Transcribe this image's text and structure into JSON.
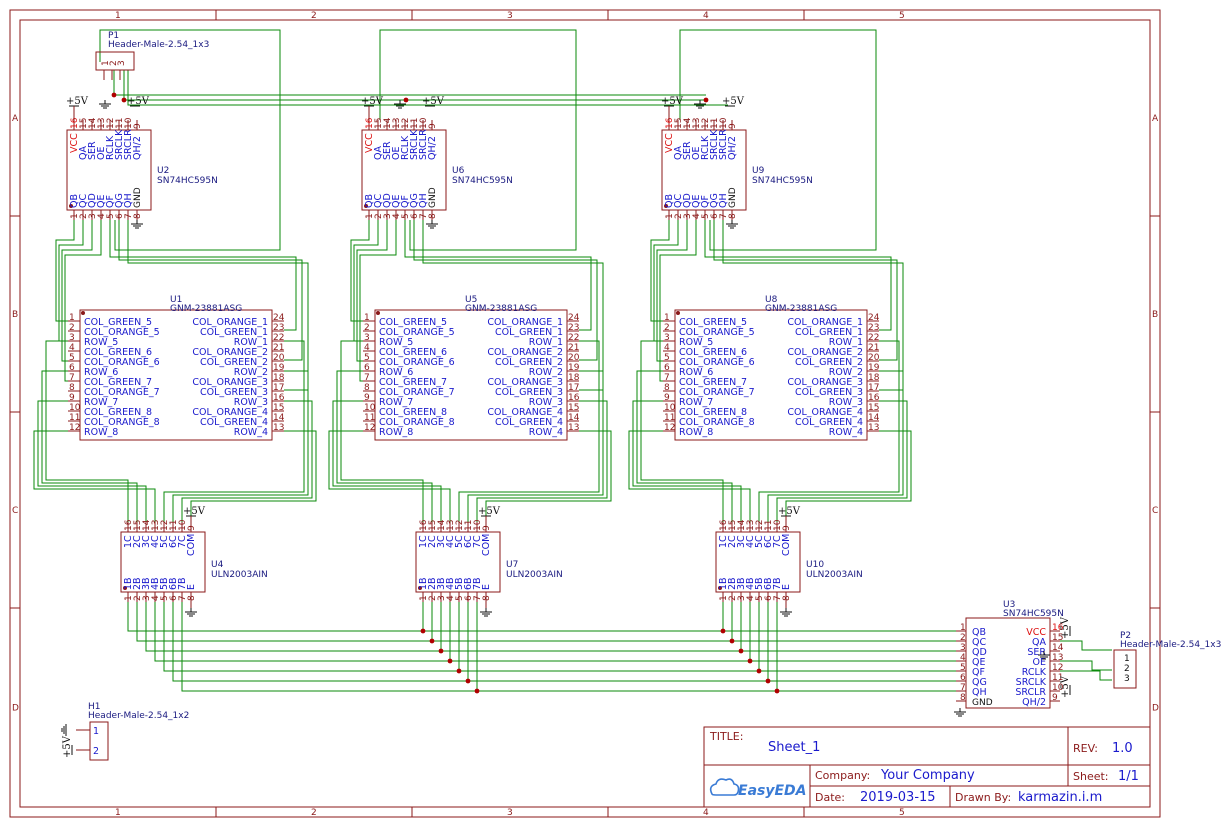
{
  "sheet": {
    "zones_x": [
      "1",
      "2",
      "3",
      "4",
      "5"
    ],
    "zones_y": [
      "A",
      "B",
      "C",
      "D"
    ]
  },
  "parts": {
    "headers": [
      {
        "ref": "P1",
        "value": "Header-Male-2.54_1x3",
        "pins": [
          "1",
          "2",
          "3"
        ]
      },
      {
        "ref": "P2",
        "value": "Header-Male-2.54_1x3",
        "pins": [
          "1",
          "2",
          "3"
        ]
      },
      {
        "ref": "H1",
        "value": "Header-Male-2.54_1x2",
        "pins": [
          "1",
          "2"
        ]
      }
    ],
    "shift_registers": [
      {
        "ref": "U2",
        "value": "SN74HC595N"
      },
      {
        "ref": "U6",
        "value": "SN74HC595N"
      },
      {
        "ref": "U9",
        "value": "SN74HC595N"
      },
      {
        "ref": "U3",
        "value": "SN74HC595N"
      }
    ],
    "matrices": [
      {
        "ref": "U1",
        "value": "GNM-23881ASG"
      },
      {
        "ref": "U5",
        "value": "GNM-23881ASG"
      },
      {
        "ref": "U8",
        "value": "GNM-23881ASG"
      }
    ],
    "drivers": [
      {
        "ref": "U4",
        "value": "ULN2003AIN"
      },
      {
        "ref": "U7",
        "value": "ULN2003AIN"
      },
      {
        "ref": "U10",
        "value": "ULN2003AIN"
      }
    ]
  },
  "pins": {
    "sr_top_nums": [
      "16",
      "15",
      "14",
      "13",
      "12",
      "11",
      "10",
      "9"
    ],
    "sr_top_names": [
      "VCC",
      "QA",
      "SER",
      "OE",
      "RCLK",
      "SRCLK",
      "SRCLR",
      "QH/2"
    ],
    "sr_bot_nums": [
      "1",
      "2",
      "3",
      "4",
      "5",
      "6",
      "7",
      "8"
    ],
    "sr_bot_names": [
      "QB",
      "QC",
      "QD",
      "QE",
      "QF",
      "QG",
      "QH",
      "GND"
    ],
    "mx_left_nums": [
      "1",
      "2",
      "3",
      "4",
      "5",
      "6",
      "7",
      "8",
      "9",
      "10",
      "11",
      "12"
    ],
    "mx_left_names": [
      "COL_GREEN_5",
      "COL_ORANGE_5",
      "ROW_5",
      "COL_GREEN_6",
      "COL_ORANGE_6",
      "ROW_6",
      "COL_GREEN_7",
      "COL_ORANGE_7",
      "ROW_7",
      "COL_GREEN_8",
      "COL_ORANGE_8",
      "ROW_8"
    ],
    "mx_right_nums": [
      "24",
      "23",
      "22",
      "21",
      "20",
      "19",
      "18",
      "17",
      "16",
      "15",
      "14",
      "13"
    ],
    "mx_right_names": [
      "COL_ORANGE_1",
      "COL_GREEN_1",
      "ROW_1",
      "COL_ORANGE_2",
      "COL_GREEN_2",
      "ROW_2",
      "COL_ORANGE_3",
      "COL_GREEN_3",
      "ROW_3",
      "COL_ORANGE_4",
      "COL_GREEN_4",
      "ROW_4"
    ],
    "uln_top_nums": [
      "16",
      "15",
      "14",
      "13",
      "12",
      "11",
      "10",
      "9"
    ],
    "uln_top_names": [
      "1C",
      "2C",
      "3C",
      "4C",
      "5C",
      "6C",
      "7C",
      "COM"
    ],
    "uln_bot_nums": [
      "1",
      "2",
      "3",
      "4",
      "5",
      "6",
      "7",
      "8"
    ],
    "uln_bot_names": [
      "1B",
      "2B",
      "3B",
      "4B",
      "5B",
      "6B",
      "7B",
      "E"
    ],
    "u3_left_nums": [
      "1",
      "2",
      "3",
      "4",
      "5",
      "6",
      "7",
      "8"
    ],
    "u3_left_names": [
      "QB",
      "QC",
      "QD",
      "QE",
      "QF",
      "QG",
      "QH",
      "GND"
    ],
    "u3_right_nums": [
      "16",
      "15",
      "14",
      "13",
      "12",
      "11",
      "10",
      "9"
    ],
    "u3_right_names": [
      "VCC",
      "QA",
      "SER",
      "OE",
      "RCLK",
      "SRCLK",
      "SRCLR",
      "QH/2"
    ]
  },
  "power": {
    "vcc": "+5V"
  },
  "title_block": {
    "title_label": "TITLE:",
    "title": "Sheet_1",
    "rev_label": "REV:",
    "rev": "1.0",
    "company_label": "Company:",
    "company": "Your Company",
    "sheet_label": "Sheet:",
    "sheet": "1/1",
    "date_label": "Date:",
    "date": "2019-03-15",
    "drawn_label": "Drawn By:",
    "drawn": "karmazin.i.m",
    "logo": "EasyEDA"
  },
  "colors": {
    "frame": "#8b1a1a",
    "wire": "#0a8a0a",
    "label": "#1a1acc",
    "pin_highlight": "#dd1111"
  }
}
